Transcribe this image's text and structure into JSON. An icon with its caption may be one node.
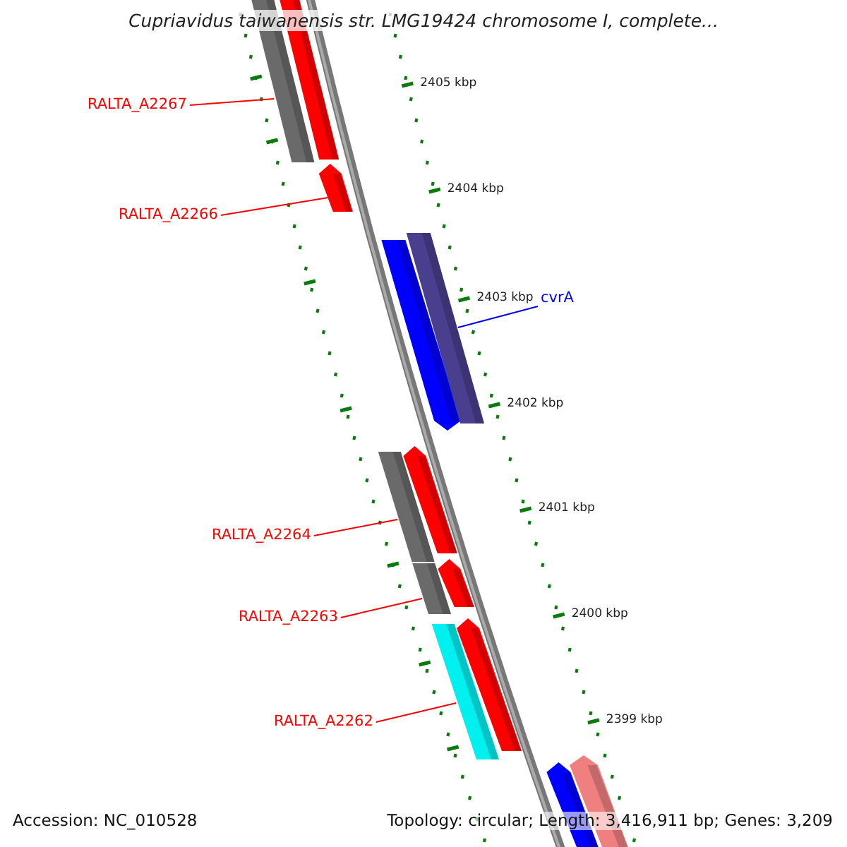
{
  "diagram": {
    "title": "Cupriavidus taiwanensis str. LMG19424 chromosome I, complete...",
    "nodes": [
      {
        "text": [
          "RALTA_A2267"
        ]
      },
      {
        "text": [],
        "shape": "bar"
      },
      {
        "text": [
          "RALTA_A2266"
        ]
      },
      {
        "text": [],
        "shape": "bar"
      },
      {
        "text": [
          "cvrA"
        ]
      },
      {
        "text": [],
        "shape": "bar"
      },
      {
        "text": [
          "RALTA_A2264"
        ]
      },
      {
        "text": [],
        "shape": "bar"
      },
      {
        "text": [
          "RALTA_A2263"
        ]
      },
      {
        "text": [],
        "shape": "bar"
      },
      {
        "text": [
          "RALTA_A2262"
        ]
      },
      {
        "text": [],
        "shape": "bar"
      }
    ],
    "edges": [
      {
        "from": 0,
        "to": 1,
        "arrow": "none"
      },
      {
        "from": 2,
        "to": 3,
        "arrow": "none"
      },
      {
        "from": 4,
        "to": 5,
        "arrow": "none",
        "color": "#0000ff"
      },
      {
        "from": 6,
        "to": 7,
        "arrow": "none"
      },
      {
        "from": 8,
        "to": 9,
        "arrow": "none"
      },
      {
        "from": 10,
        "to": 11,
        "arrow": "none"
      }
    ],
    "labels": [
      "2405 kbp",
      "2404 kbp",
      "2403 kbp",
      "2402 kbp",
      "2401 kbp",
      "2400 kbp",
      "2399 kbp",
      "Accession: NC_010528",
      "Topology: circular; Length: 3,416,911 bp; Genes: 3,209"
    ]
  }
}
